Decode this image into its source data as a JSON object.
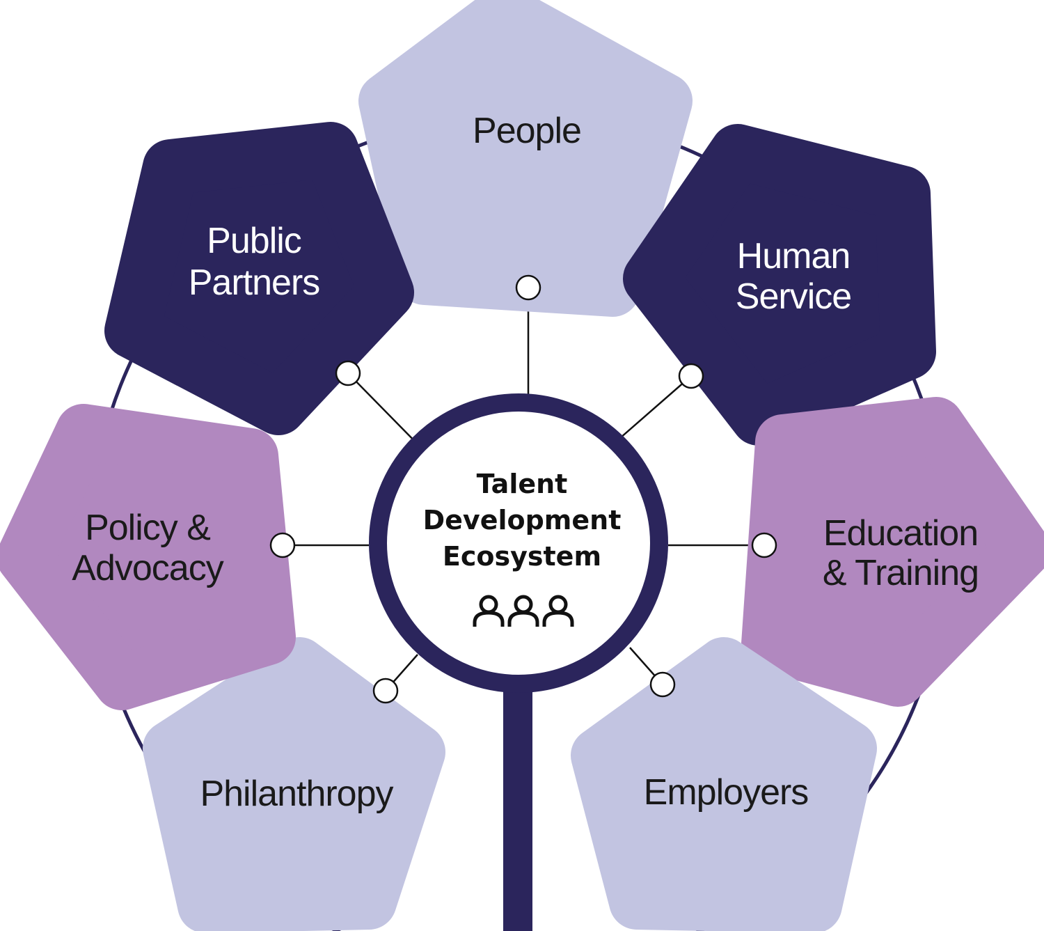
{
  "center": {
    "lines": [
      "Talent",
      "Development",
      "Ecosystem"
    ],
    "icon": "people-group-icon"
  },
  "nodes": [
    {
      "id": "people",
      "lines": [
        "People"
      ],
      "color": "#c2c4e1",
      "text_color": "#1a1a1a"
    },
    {
      "id": "human-service",
      "lines": [
        "Human",
        "Service"
      ],
      "color": "#2b255c",
      "text_color": "#ffffff"
    },
    {
      "id": "education-training",
      "lines": [
        "Education",
        "& Training"
      ],
      "color": "#b188bf",
      "text_color": "#1a1a1a"
    },
    {
      "id": "employers",
      "lines": [
        "Employers"
      ],
      "color": "#c2c4e1",
      "text_color": "#1a1a1a"
    },
    {
      "id": "philanthropy",
      "lines": [
        "Philanthropy"
      ],
      "color": "#c2c4e1",
      "text_color": "#1a1a1a"
    },
    {
      "id": "policy-advocacy",
      "lines": [
        "Policy &",
        "Advocacy"
      ],
      "color": "#b188bf",
      "text_color": "#1a1a1a"
    },
    {
      "id": "public-partners",
      "lines": [
        "Public",
        "Partners"
      ],
      "color": "#2b255c",
      "text_color": "#ffffff"
    }
  ],
  "colors": {
    "ring": "#2b255c",
    "connector": "#111111"
  }
}
